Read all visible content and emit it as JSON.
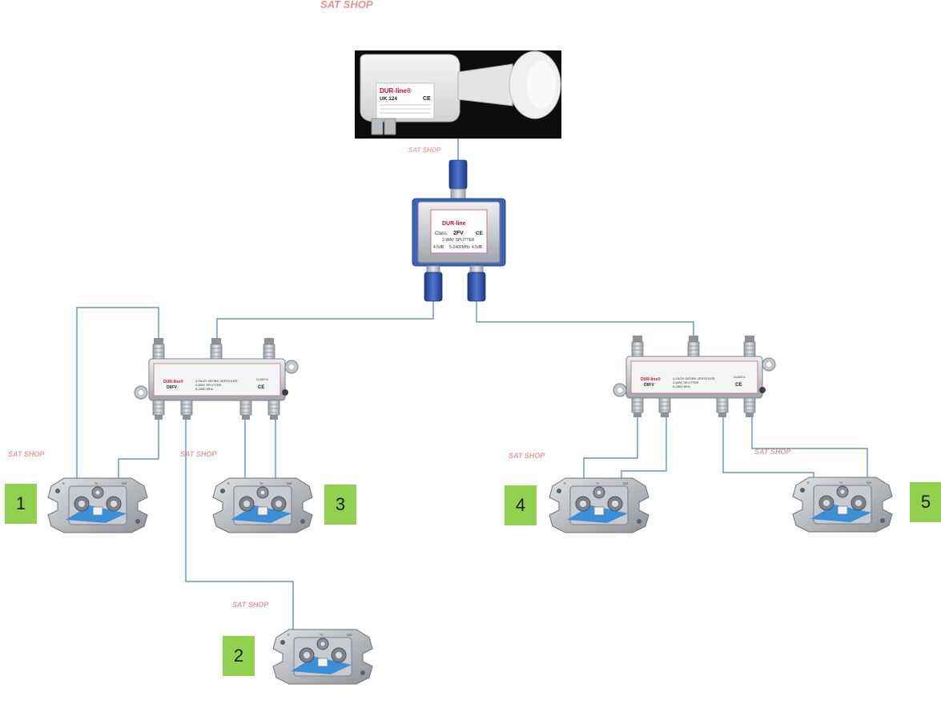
{
  "watermarks": [
    "SAT SHOP",
    "SAT SHOP",
    "SAT SHOP",
    "SAT SHOP",
    "SAT SHOP",
    "SAT SHOP",
    "SAT SHOP"
  ],
  "lnb": {
    "brand": "DUR-line®",
    "model": "UK 124",
    "ce": "CE"
  },
  "splitter": {
    "brand": "DUR-line",
    "class": "Class",
    "model": "2FV",
    "ce": "CE",
    "type": "2-WAY SPLITTER",
    "port_left": "4.5dB",
    "freq": "5-2400MHz",
    "port_right": "4.5dB"
  },
  "distributors": [
    {
      "brand": "DUR-line®",
      "model": "D6FV",
      "line1": "4-FACH SAT/BK VERTEILER",
      "line2": "4-WAY SPLITTER",
      "line3": "5-2500 MHz",
      "ce": "CE",
      "class": "CLASS A"
    },
    {
      "brand": "DUR-line®",
      "model": "D6FV",
      "line1": "4-FACH SAT/BK VERTEILER",
      "line2": "4-WAY SPLITTER",
      "line3": "5-2500 MHz",
      "ce": "CE",
      "class": "CLASS A"
    }
  ],
  "sockets": [
    {
      "port_left": "R",
      "port_mid": "TV",
      "port_right": "SAT"
    },
    {
      "port_left": "R",
      "port_mid": "TV",
      "port_right": "SAT"
    },
    {
      "port_left": "R",
      "port_mid": "TV",
      "port_right": "SAT"
    },
    {
      "port_left": "R",
      "port_mid": "TV",
      "port_right": "SAT"
    },
    {
      "port_left": "R",
      "port_mid": "TV",
      "port_right": "SAT"
    }
  ],
  "socket_numbers": [
    "1",
    "2",
    "3",
    "4",
    "5"
  ],
  "colors": {
    "badge": "#92d050",
    "cable": "#4a7fb5",
    "watermark": "#d23a3a",
    "connector_blue": "#2b4fa3",
    "socket_insert": "#3a8fd6"
  }
}
